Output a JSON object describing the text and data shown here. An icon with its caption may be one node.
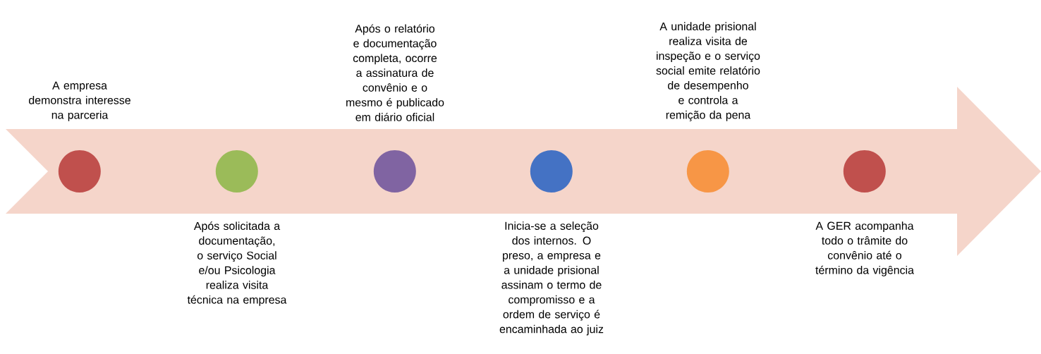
{
  "diagram": {
    "nodes": [
      {
        "text": [],
        "shape": "arrow"
      },
      {
        "text": [],
        "shape": "circle",
        "in": 0,
        "beside": [
          "A empresa demonstra interesse na parceria"
        ]
      },
      {
        "text": [],
        "shape": "circle",
        "in": 0,
        "beside": [
          "Após solicitada a documentação, o serviço Social e/ou Psicologia realiza visita técnica na empresa"
        ]
      },
      {
        "text": [],
        "shape": "circle",
        "in": 0,
        "beside": [
          "Após o relatório e documentação completa, ocorre a assinatura de convênio e o mesmo é publicado em diário oficial"
        ]
      },
      {
        "text": [],
        "shape": "circle",
        "in": 0,
        "beside": [
          "Inicia-se a seleção dos internos. O preso, a empresa e a unidade prisional assinam o termo de compromisso e a ordem de serviço é encaminhada ao juiz"
        ]
      },
      {
        "text": [],
        "shape": "circle",
        "in": 0,
        "beside": [
          "A unidade prisional realiza visita de inspeção e o serviço social emite relatório de desempenho e controla a remição da pena"
        ]
      },
      {
        "text": [],
        "shape": "circle",
        "in": 0,
        "beside": [
          "A GER acompanha todo o trâmite do convênio até o término da vigência"
        ]
      }
    ]
  }
}
